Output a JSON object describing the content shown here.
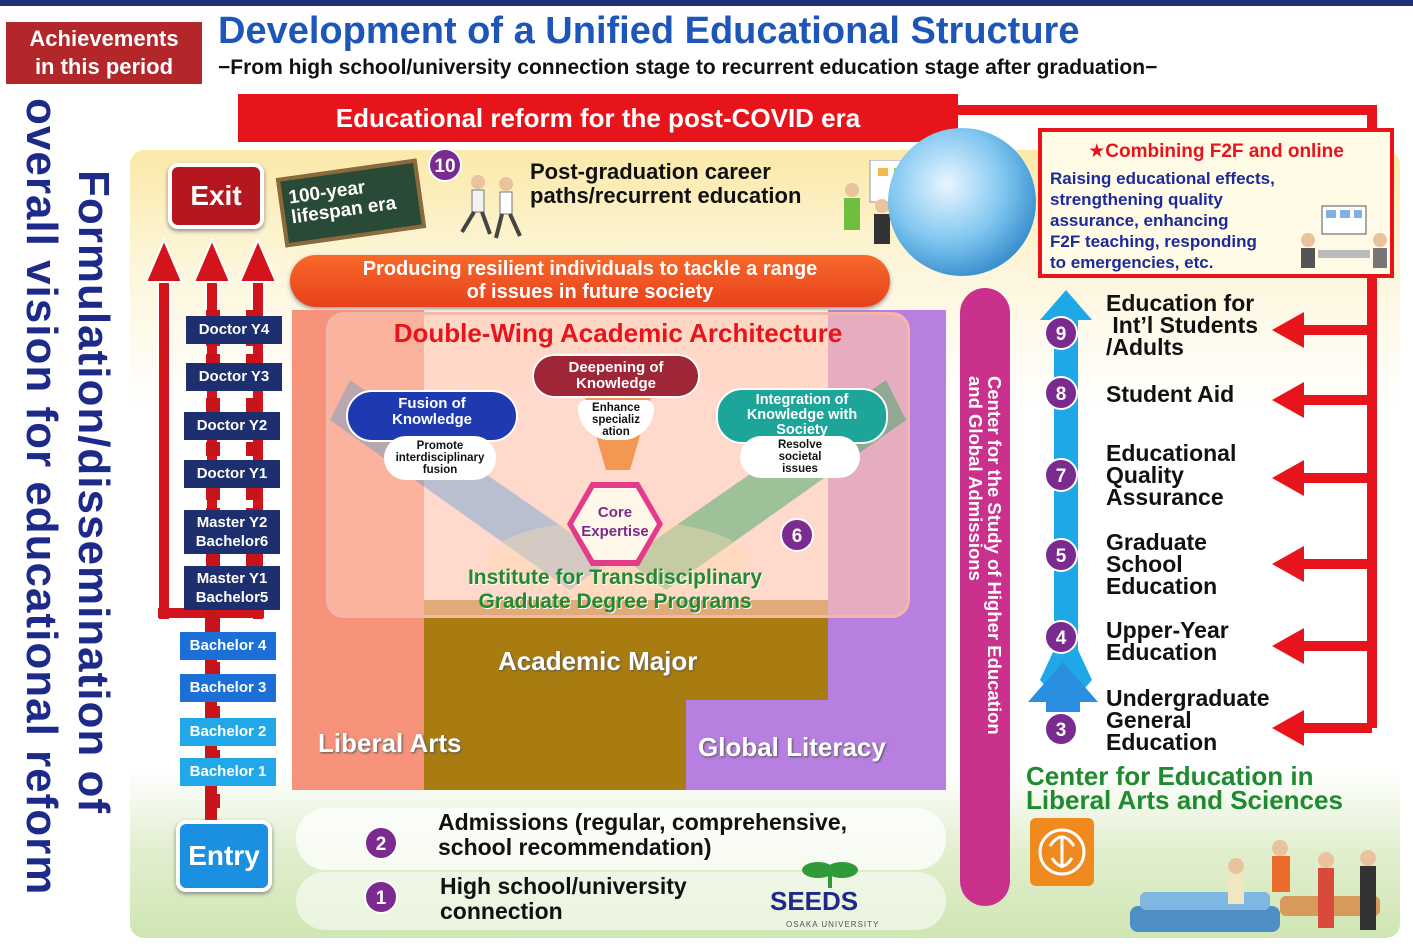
{
  "header": {
    "badge": [
      "Achievements",
      "in this period"
    ],
    "title": "Development of a Unified Educational Structure",
    "subtitle": "−From high school/university connection stage to recurrent education stage after graduation−"
  },
  "vertical_title": [
    "Formulation/dissemination of",
    "overall vision for educational reform"
  ],
  "reform_banner": "Educational reform for the post-COVID era",
  "exit_label": "Exit",
  "entry_label": "Entry",
  "chalkboard": [
    "100-year",
    "lifespan era"
  ],
  "career": {
    "num": "10",
    "lines": [
      "Post-graduation career",
      "paths/recurrent education"
    ]
  },
  "resilient": [
    "Producing resilient individuals to tackle a range",
    "of issues in future society"
  ],
  "combine": {
    "heading": "★Combining F2F and online",
    "lines": [
      "Raising educational effects,",
      "strengthening quality",
      "assurance, enhancing",
      "F2F teaching, responding",
      "to emergencies, etc."
    ]
  },
  "stages": {
    "doctor4": "Doctor Y4",
    "doctor3": "Doctor Y3",
    "doctor2": "Doctor Y2",
    "doctor1": "Doctor Y1",
    "master2": [
      "Master Y2",
      "Bachelor6"
    ],
    "master1": [
      "Master Y1",
      "Bachelor5"
    ],
    "bachelor4": "Bachelor 4",
    "bachelor3": "Bachelor 3",
    "bachelor2": "Bachelor 2",
    "bachelor1": "Bachelor 1"
  },
  "double_wing": {
    "title": "Double-Wing Academic Architecture",
    "fusion": {
      "title": [
        "Fusion of",
        "Knowledge"
      ],
      "sub": [
        "Promote",
        "interdisciplinary",
        "fusion"
      ]
    },
    "deepening": {
      "title": [
        "Deepening of",
        "Knowledge"
      ],
      "sub": [
        "Enhance",
        "specializ",
        "ation"
      ]
    },
    "integration": {
      "title": [
        "Integration of",
        "Knowledge with",
        "Society"
      ],
      "sub": [
        "Resolve",
        "societal",
        "issues"
      ]
    },
    "core": [
      "Core",
      "Expertise"
    ],
    "num": "6",
    "institute": [
      "Institute for Transdisciplinary",
      "Graduate Degree Programs"
    ]
  },
  "areas": {
    "academic_major": "Academic Major",
    "liberal_arts": "Liberal Arts",
    "global_literacy": "Global Literacy"
  },
  "center_vertical": [
    "Center for the Study of Higher Education",
    "and Global Admissions"
  ],
  "right_items": [
    {
      "num": "9",
      "lines": [
        "Education for",
        " Int’l Students",
        "/Adults"
      ]
    },
    {
      "num": "8",
      "lines": [
        "Student Aid"
      ]
    },
    {
      "num": "7",
      "lines": [
        "Educational",
        "Quality",
        "Assurance"
      ]
    },
    {
      "num": "5",
      "lines": [
        "Graduate",
        "School",
        "Education"
      ]
    },
    {
      "num": "4",
      "lines": [
        "Upper-Year",
        "Education"
      ]
    },
    {
      "num": "3",
      "lines": [
        "Undergraduate",
        "General",
        "Education"
      ]
    }
  ],
  "center_education": [
    "Center for Education in",
    "Liberal Arts and Sciences"
  ],
  "admissions": {
    "num": "2",
    "lines": [
      "Admissions (regular, comprehensive,",
      "school recommendation)"
    ]
  },
  "connection": {
    "num": "1",
    "lines": [
      "High school/university",
      "connection"
    ]
  },
  "seeds": {
    "logo": "SEEDS",
    "sub": "OSAKA UNIVERSITY"
  },
  "colors": {
    "accent_red": "#e8141c",
    "navy": "#1d2f6e",
    "purple": "#7b2a8f",
    "green": "#1f8a2f"
  }
}
